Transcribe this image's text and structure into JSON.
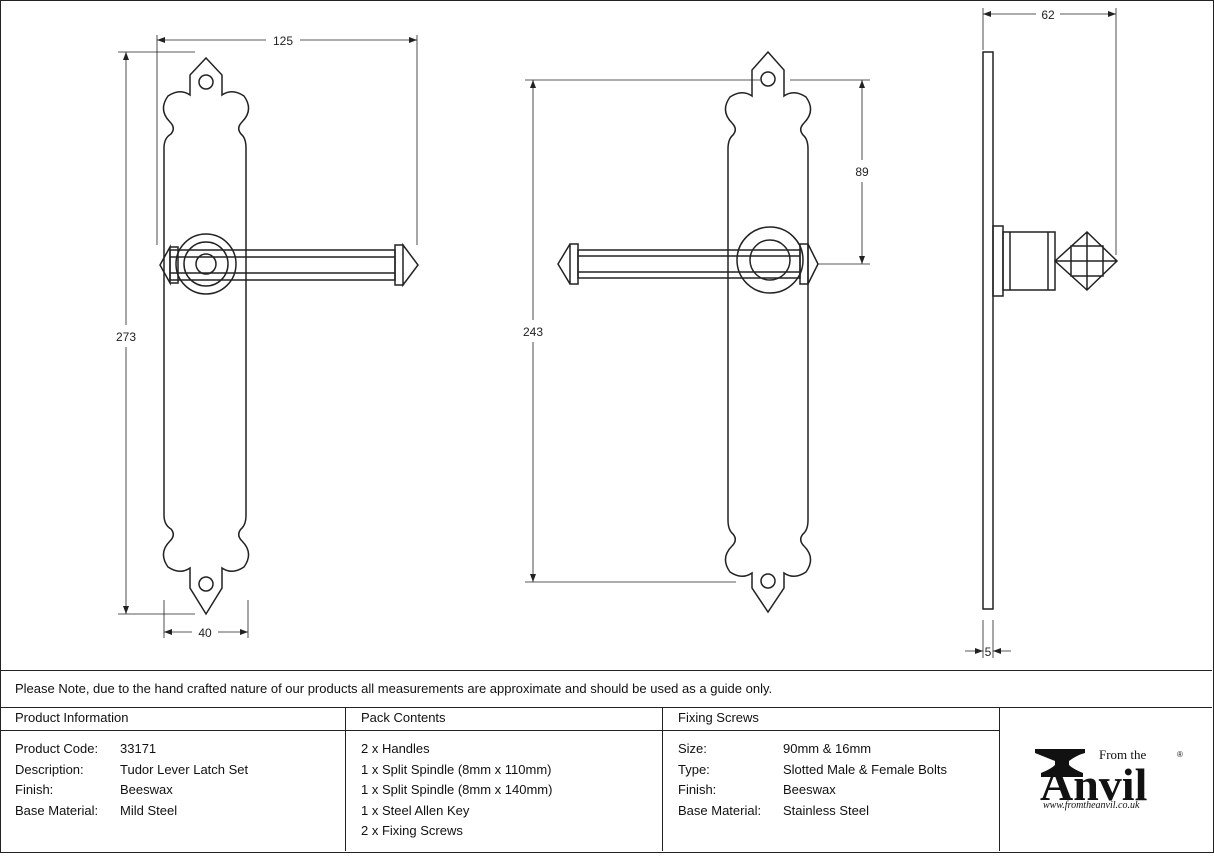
{
  "dimensions": {
    "front_width": "125",
    "front_height": "273",
    "front_handle_width": "40",
    "back_height": "243",
    "back_lever_offset": "89",
    "side_projection": "62",
    "side_thickness": "5"
  },
  "note": "Please Note, due to the hand crafted nature of our products all measurements are approximate and should be used as a guide only.",
  "product_information": {
    "heading": "Product Information",
    "rows": [
      {
        "label": "Product Code:",
        "value": "33171"
      },
      {
        "label": "Description:",
        "value": "Tudor Lever Latch Set"
      },
      {
        "label": "Finish:",
        "value": "Beeswax"
      },
      {
        "label": "Base Material:",
        "value": "Mild Steel"
      }
    ]
  },
  "pack_contents": {
    "heading": "Pack Contents",
    "items": [
      "2 x Handles",
      "1 x Split Spindle (8mm x 110mm)",
      "1 x Split Spindle (8mm x 140mm)",
      "1 x Steel Allen Key",
      "2 x Fixing Screws"
    ]
  },
  "fixing_screws": {
    "heading": "Fixing Screws",
    "rows": [
      {
        "label": "Size:",
        "value": "90mm & 16mm"
      },
      {
        "label": "Type:",
        "value": "Slotted Male & Female Bolts"
      },
      {
        "label": "Finish:",
        "value": "Beeswax"
      },
      {
        "label": "Base Material:",
        "value": "Stainless Steel"
      }
    ]
  },
  "logo": {
    "line1": "From the",
    "word": "Anvil",
    "registered": "®",
    "url": "www.fromtheanvil.co.uk",
    "icon": "anvil-icon"
  }
}
